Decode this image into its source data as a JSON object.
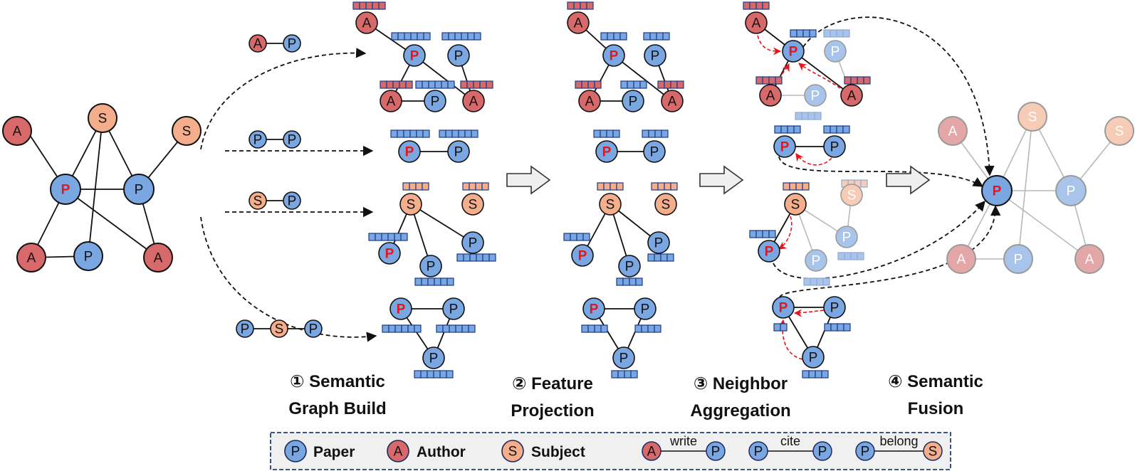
{
  "colors": {
    "paper": "#7aa7e2",
    "author": "#d8696a",
    "subject": "#f4ae8c",
    "edge": "#111111",
    "highlight": "#e8141a",
    "faded_paper": "#a8c4ea",
    "faded_author": "#e4a7a7",
    "faded_subject": "#f6ccb6"
  },
  "node_letters": {
    "paper": "P",
    "author": "A",
    "subject": "S"
  },
  "steps": [
    {
      "num": "①",
      "line1": "Semantic",
      "line2": "Graph Build"
    },
    {
      "num": "②",
      "line1": "Feature",
      "line2": "Projection"
    },
    {
      "num": "③",
      "line1": "Neighbor",
      "line2": "Aggregation"
    },
    {
      "num": "④",
      "line1": "Semantic",
      "line2": "Fusion"
    }
  ],
  "legend": {
    "paper": "Paper",
    "author": "Author",
    "subject": "Subject",
    "relations": [
      "write",
      "cite",
      "belong"
    ]
  },
  "meta_paths": [
    "A-P",
    "P-P",
    "S-P",
    "P-S-P"
  ]
}
